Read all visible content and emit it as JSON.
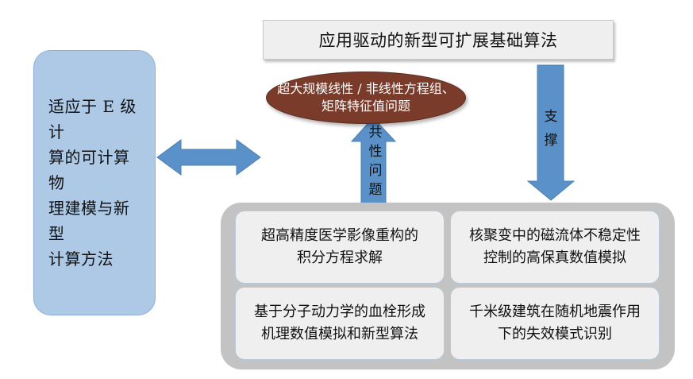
{
  "left_box": {
    "text": "适应于 E 级计\n算的可计算物\n理建模与新型\n计算方法"
  },
  "header": {
    "title": "应用驱动的新型可扩展基础算法"
  },
  "ellipse": {
    "line1": "超大规模线性 / 非线性方程组、",
    "line2": "矩阵特征值问题"
  },
  "labels": {
    "common": [
      "共",
      "性",
      "问",
      "题"
    ],
    "support": [
      "支",
      "撑"
    ]
  },
  "cards": [
    {
      "line1": "超高精度医学影像重构的",
      "line2": "积分方程求解"
    },
    {
      "line1": "核聚变中的磁流体不稳定性",
      "line2": "控制的高保真数值模拟"
    },
    {
      "line1": "基于分子动力学的血栓形成",
      "line2": "机理数值模拟和新型算法"
    },
    {
      "line1": "千米级建筑在随机地震作用",
      "line2": "下的失效模式识别"
    }
  ],
  "colors": {
    "arrow_blue": "#5a91c8",
    "left_box": "#adc9e6",
    "ellipse": "#7a3b2b",
    "panel": "#c3c3c3",
    "card": "#efefef"
  }
}
